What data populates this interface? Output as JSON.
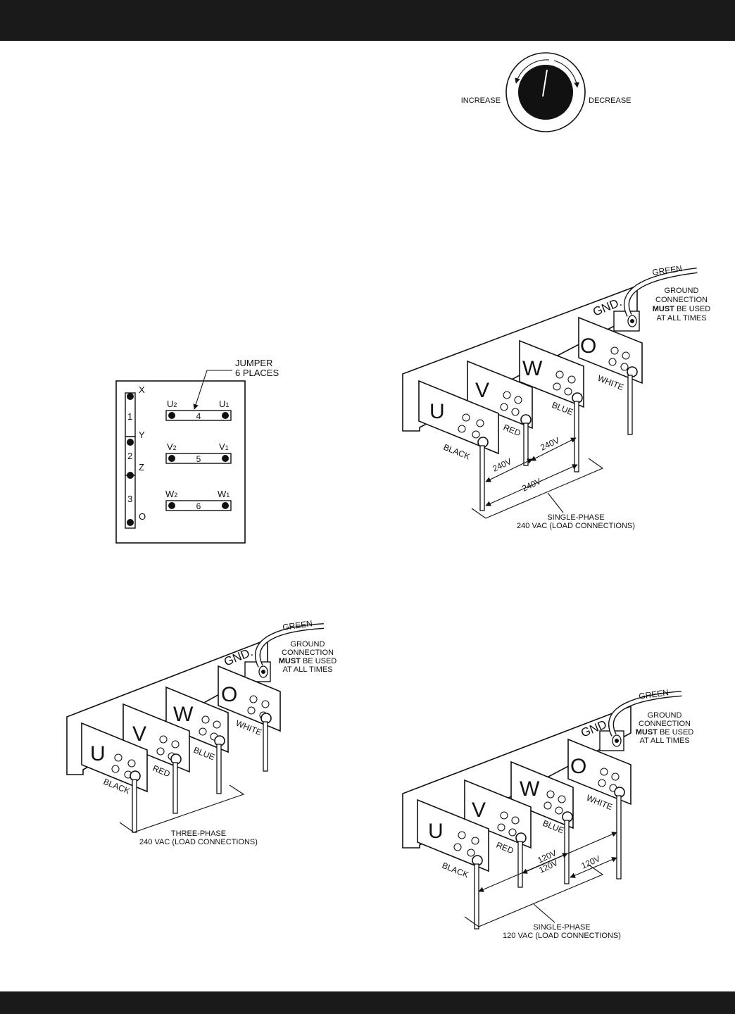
{
  "knob": {
    "increase": "INCREASE",
    "decrease": "DECREASE"
  },
  "jumper_panel": {
    "callout_line1": "JUMPER",
    "callout_line2": "6 PLACES",
    "left_terms": [
      "X",
      "Y",
      "Z",
      "O"
    ],
    "left_numbers": [
      "1",
      "2",
      "3"
    ],
    "jumpers": [
      {
        "left": "U",
        "right": "U",
        "sub_left": "2",
        "sub_right": "1",
        "num": "4"
      },
      {
        "left": "V",
        "right": "V",
        "sub_left": "2",
        "sub_right": "1",
        "num": "5"
      },
      {
        "left": "W",
        "right": "W",
        "sub_left": "2",
        "sub_right": "1",
        "num": "6"
      }
    ]
  },
  "terminals": {
    "plates": [
      "U",
      "V",
      "W",
      "O"
    ],
    "wires": [
      "BLACK",
      "RED",
      "BLUE",
      "WHITE"
    ],
    "gnd": "GND.",
    "green": "GREEN",
    "ground_note": {
      "line1": "GROUND",
      "line2": "CONNECTION",
      "must": "MUST",
      "line3_rest": " BE USED",
      "line4": "AT ALL TIMES"
    }
  },
  "diagrams": {
    "single_240": {
      "volt_1": "240V",
      "volt_2": "240V",
      "volt_3": "240V",
      "caption_1": "SINGLE-PHASE",
      "caption_2": "240 VAC (LOAD CONNECTIONS)"
    },
    "three_240": {
      "caption_1": "THREE-PHASE",
      "caption_2": "240 VAC (LOAD CONNECTIONS)"
    },
    "single_120": {
      "volt_1": "120V",
      "volt_2": "120V",
      "volt_3": "120V",
      "caption_1": "SINGLE-PHASE",
      "caption_2": "120 VAC (LOAD CONNECTIONS)"
    }
  }
}
